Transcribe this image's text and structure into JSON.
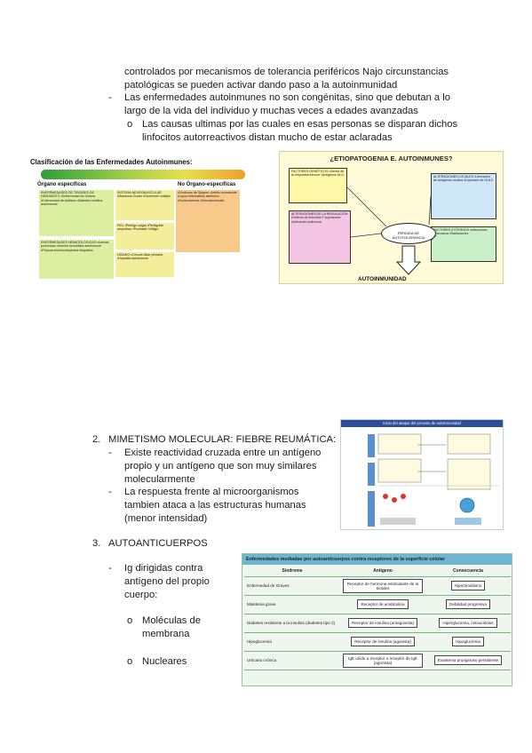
{
  "intro_lines": [
    "controlados por mecanismos de tolerancia periféricos  Najo circunstancias",
    "patológicas se pueden activar dando paso a la autoinmunidad"
  ],
  "bullet_autoinmunes": {
    "dash": "-",
    "lines": [
      "Las enfermedades autoinmunes no son congénitas, sino que debutan a lo",
      "largo de la vida del individuo y muchas veces a edades avanzadas"
    ]
  },
  "sub_bullet_causas": {
    "marker": "o",
    "lines": [
      "Las causas ultimas por las cuales en esas personas se disparan dichos",
      "linfocitos autorreactivos distan mucho de estar aclaradas"
    ]
  },
  "figure_clasificacion": {
    "title": "Clasificación de las Enfermedades Autoinmunes:",
    "left_label": "Órgano específicas",
    "right_label": "No Órgano-específicas",
    "boxes": [
      {
        "text": "ENFERMEDADES DE TIROIDES DE HASHIMOTO •Enfermedad de Graves •Enfermedad de Addison •Diabetes mellitus autoinmune",
        "color": "#dcefa0"
      },
      {
        "text": "ENFERMEDADES HEMATOLÓGICAS •Anemia perniciosa •Anemia hemolítica autoinmune •Púrpura trombocitopénica idiopática",
        "color": "#dcefa0"
      },
      {
        "text": "SISTEMA NEUROMUSCULAR •Miastenia Gravis •Esclerosis múltiple",
        "color": "#f2ee9a"
      },
      {
        "text": "PIEL •Pénfigo vulgar •Penfigoide ampolloso •Psoriasis •Vitíligo",
        "color": "#f2ee9a"
      },
      {
        "text": "HÍGADO •Cirrosis biliar primaria •Hepatitis autoinmune",
        "color": "#f2ee9a"
      },
      {
        "text": "•Síndrome de Sjögren •Artritis reumatoide •Lupus eritematoso sistémico •Esclerodermia •Dermatomiositis",
        "color": "#f7c98a"
      }
    ]
  },
  "figure_etiopatogenia": {
    "title": "¿ETIOPATOGENIA E. AUTOINMUNES?",
    "boxes": [
      {
        "text": "FACTORES GENÉTICOS •Genes de la respuesta inmune •Antígenos HLA",
        "color": "#fff7a8"
      },
      {
        "text": "ALTERACIONES DE LA REGULACIÓN •Defecto de linfocitos T supresores •Activación policlonal",
        "color": "#f4c6e4"
      },
      {
        "text": "ALTERACIONES LOCALES •Liberación de antígenos ocultos •Expresión de HLA II",
        "color": "#cfe6f7"
      },
      {
        "text": "FACTORES EXTERNOS •Infecciones •Fármacos •Radiaciones",
        "color": "#c9f0c9"
      }
    ],
    "center": "PÉRDIDA DE AUTOTOLERANCIA",
    "outcome": "AUTOINMUNIDAD"
  },
  "section_mimetismo": {
    "number": "2.",
    "heading": "MIMETISMO MOLECULAR: FIEBRE REUMÁTICA:",
    "items": [
      {
        "dash": "-",
        "lines": [
          "Existe reactividad cruzada entre un antígeno",
          "propio y un antígeno que son muy similares",
          "molecularmente"
        ]
      },
      {
        "dash": "-",
        "lines": [
          "La respuesta frente al microorganismos",
          "tambien ataca a las estructuras humanas",
          "(menor intensidad)"
        ]
      }
    ]
  },
  "figure_mimetismo": {
    "title": "Inicio del ataque del proceso de autoinmunidad"
  },
  "section_autoanticuerpos": {
    "number": "3.",
    "heading": "AUTOANTICUERPOS",
    "item": {
      "dash": "-",
      "lines": [
        "Ig dirigidas contra",
        "antígeno del propio",
        "cuerpo:"
      ]
    },
    "subitems": [
      {
        "marker": "o",
        "lines": [
          "Moléculas de",
          "membrana"
        ]
      },
      {
        "marker": "o",
        "lines": [
          "Nucleares"
        ]
      }
    ]
  },
  "figure_receptores": {
    "title": "Enfermedades mediadas por autoanticuerpos contra receptores de la superficie celular",
    "columns": [
      "Síndrome",
      "Antígeno",
      "Consecuencia"
    ],
    "rows": [
      [
        "Enfermedad de Graves",
        "Receptor de hormona estimulante de la tiroides",
        "Hipertiroidismo"
      ],
      [
        "Miastenia grave",
        "Receptor de acetilcolina",
        "Debilidad progresiva"
      ],
      [
        "Diabetes resistente a la insulina (diabetes tipo 2)",
        "Receptor de insulina (antagonista)",
        "Hiperglucemia, cetoacidosis"
      ],
      [
        "Hipoglucemia",
        "Receptor de insulina (agonista)",
        "Hipoglucemia"
      ],
      [
        "Urticaria crónica",
        "IgE unido a receptor o receptor de IgE (agonista)",
        "Exantema pruriginoso persistente"
      ]
    ]
  }
}
